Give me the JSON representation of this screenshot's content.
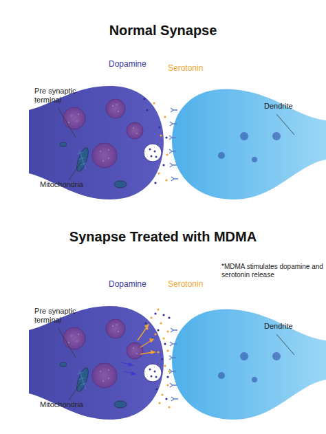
{
  "diagram": {
    "labels": [
      "Normal Synapse",
      "Dopamine",
      "Serotonin",
      "Pre synaptic terminal",
      "Dendrite",
      "Mitochondria",
      "Synapse Treated with MDMA",
      "Dopamine",
      "Serotonin",
      "*MDMA stimulates dopamine and serotonin release",
      "Pre synaptic terminal",
      "Dendrite",
      "Mitochondria"
    ]
  }
}
